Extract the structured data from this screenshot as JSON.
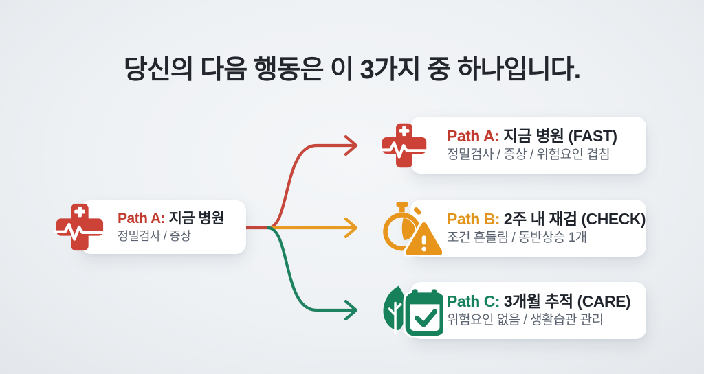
{
  "title": "당신의 다음 행동은 이 3가지 중 하나입니다.",
  "source_card": {
    "path_label": "Path A:",
    "title": "지금 병원",
    "subtitle": "정밀검사 / 증상",
    "icon": "medical-cross-heartbeat",
    "accent_color": "#c23a2e"
  },
  "result_cards": [
    {
      "path_label": "Path A:",
      "title": "지금 병원 (FAST)",
      "subtitle": "정밀검사 / 증상 / 위험요인 겹침",
      "icon": "medical-cross-heartbeat",
      "accent_color": "#c23a2e"
    },
    {
      "path_label": "Path B:",
      "title": "2주 내 재검 (CHECK)",
      "subtitle": "조건 흔들림 / 동반상승 1개",
      "icon": "stopwatch-alert",
      "accent_color": "#e1941c"
    },
    {
      "path_label": "Path C:",
      "title": "3개월 추적 (CARE)",
      "subtitle": "위험요인 없음 / 생활습관 관리",
      "icon": "leaf-calendar-check",
      "accent_color": "#15815a"
    }
  ],
  "connector_colors": {
    "branch_a": "#c6473b",
    "branch_b": "#e89b22",
    "branch_c": "#1e8160"
  },
  "icon_colors": {
    "medical_red": "#cc4237",
    "alert_orange": "#e8951c",
    "care_green": "#17815c"
  },
  "colors": {
    "background": "#eef1f4",
    "card_background": "#ffffff",
    "title_text": "#23262d",
    "subtitle_text": "#5b6370"
  }
}
